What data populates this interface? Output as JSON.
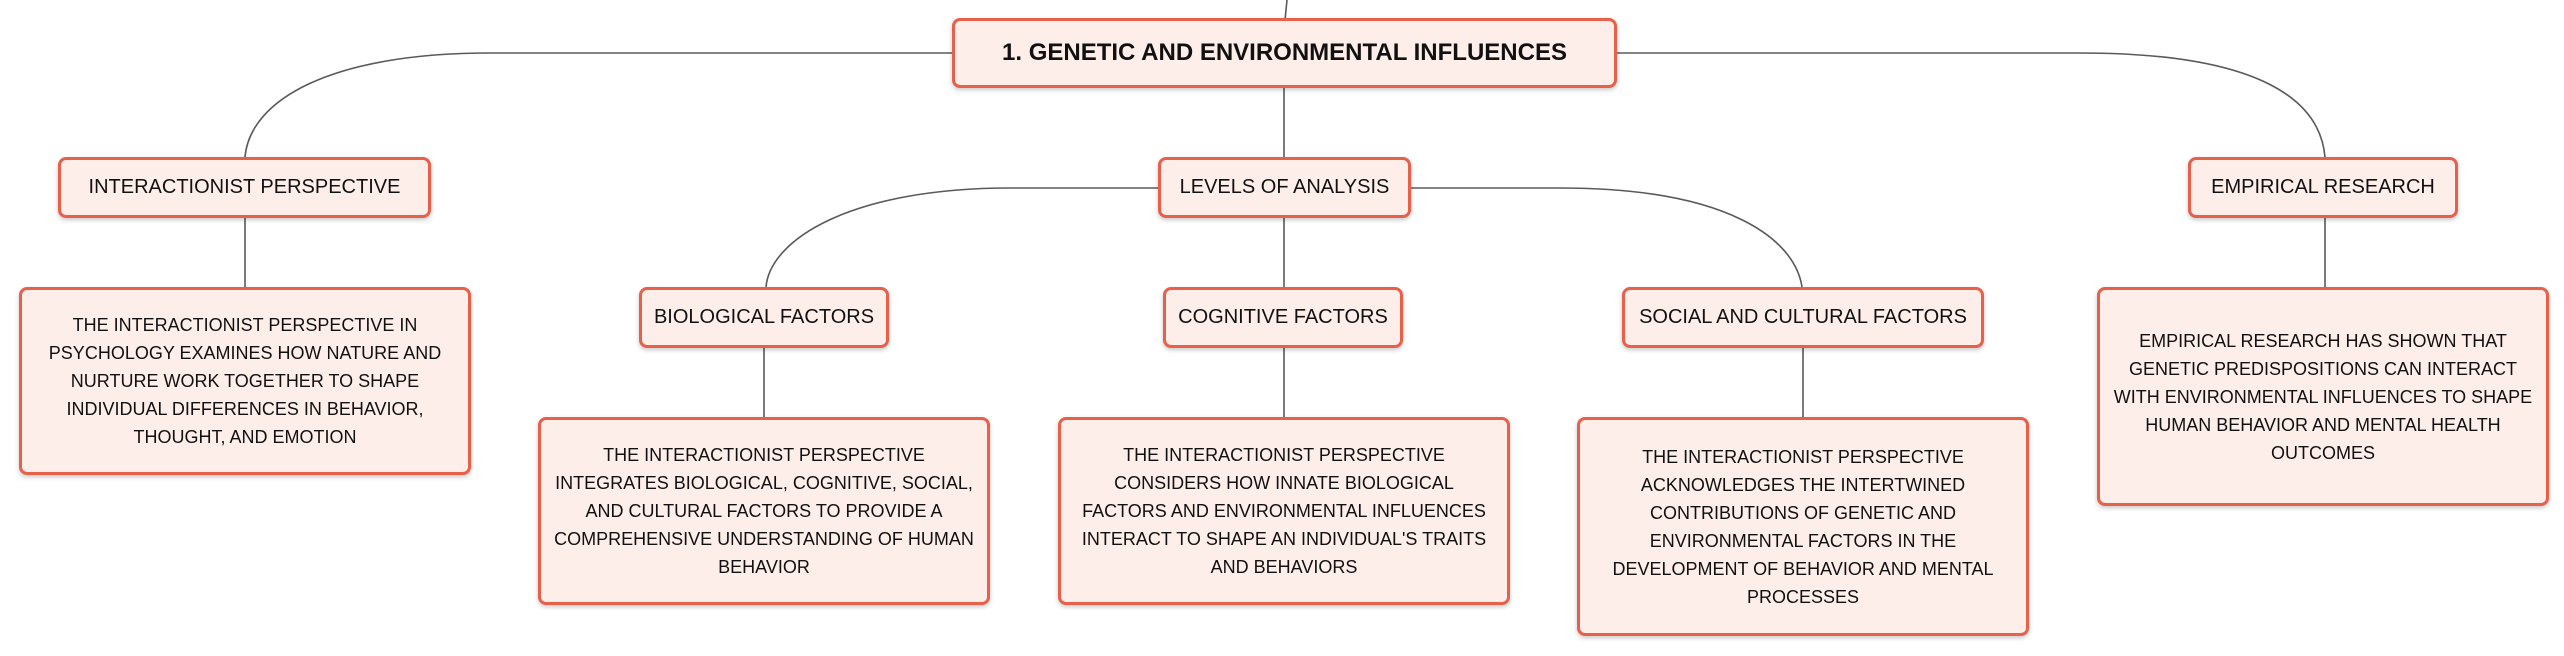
{
  "root": {
    "label": "1. GENETIC AND ENVIRONMENTAL INFLUENCES"
  },
  "branches": {
    "interactionist": {
      "label": "INTERACTIONIST PERSPECTIVE",
      "detail": "THE INTERACTIONIST PERSPECTIVE IN PSYCHOLOGY EXAMINES HOW NATURE AND NURTURE WORK TOGETHER TO SHAPE INDIVIDUAL DIFFERENCES IN BEHAVIOR, THOUGHT, AND EMOTION"
    },
    "levels": {
      "label": "LEVELS OF ANALYSIS",
      "biological": {
        "label": "BIOLOGICAL FACTORS",
        "detail": "THE INTERACTIONIST PERSPECTIVE INTEGRATES BIOLOGICAL, COGNITIVE, SOCIAL, AND CULTURAL FACTORS TO PROVIDE A COMPREHENSIVE UNDERSTANDING OF HUMAN BEHAVIOR"
      },
      "cognitive": {
        "label": "COGNITIVE FACTORS",
        "detail": "THE INTERACTIONIST PERSPECTIVE CONSIDERS HOW INNATE BIOLOGICAL FACTORS AND ENVIRONMENTAL INFLUENCES INTERACT TO SHAPE AN INDIVIDUAL'S TRAITS AND BEHAVIORS"
      },
      "social": {
        "label": "SOCIAL AND CULTURAL FACTORS",
        "detail": "THE INTERACTIONIST PERSPECTIVE ACKNOWLEDGES THE INTERTWINED CONTRIBUTIONS OF GENETIC AND ENVIRONMENTAL FACTORS IN THE DEVELOPMENT OF BEHAVIOR AND MENTAL PROCESSES"
      }
    },
    "empirical": {
      "label": "EMPIRICAL RESEARCH",
      "detail": "EMPIRICAL RESEARCH HAS SHOWN THAT GENETIC PREDISPOSITIONS CAN INTERACT WITH ENVIRONMENTAL INFLUENCES TO SHAPE HUMAN BEHAVIOR AND MENTAL HEALTH OUTCOMES"
    }
  },
  "colors": {
    "node_fill": "#fdeeea",
    "node_border": "#e8604a",
    "connector": "#5a5a5a"
  }
}
